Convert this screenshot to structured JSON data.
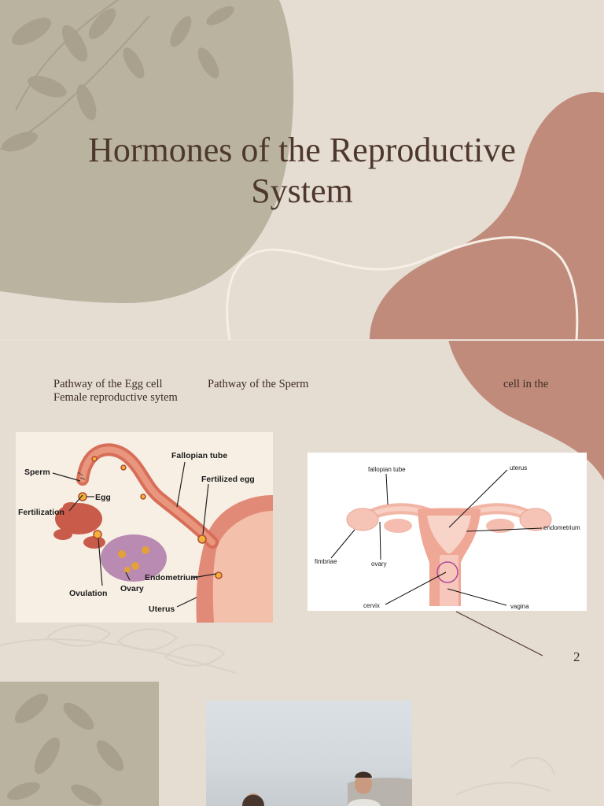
{
  "slide": {
    "title_line1": "Hormones of the Reproductive",
    "title_line2": "System",
    "page_number": "2"
  },
  "captions": {
    "egg_line1": "Pathway of the Egg cell",
    "egg_line2": "Female reproductive sytem",
    "sperm_part1": "Pathway of the Sperm",
    "sperm_part2": "cell in the"
  },
  "figure_egg": {
    "labels": {
      "fallopian_tube": "Fallopian tube",
      "sperm": "Sperm",
      "egg": "Egg",
      "fertilized_egg": "Fertilized egg",
      "fertilization": "Fertilization",
      "endometrium": "Endometrium",
      "ovulation": "Ovulation",
      "ovary": "Ovary",
      "uterus": "Uterus"
    }
  },
  "figure_sperm": {
    "labels": {
      "fallopian_tube": "fallopian tube",
      "uterus": "uterus",
      "endometrium": "endometrium",
      "fimbriae": "fimbriae",
      "ovary": "ovary",
      "cervix": "cervix",
      "vagina": "vagina"
    }
  },
  "colors": {
    "background": "#e5dcd2",
    "olive_blob": "#bab39f",
    "rose_blob": "#c08b7b",
    "title": "#4e382d"
  }
}
